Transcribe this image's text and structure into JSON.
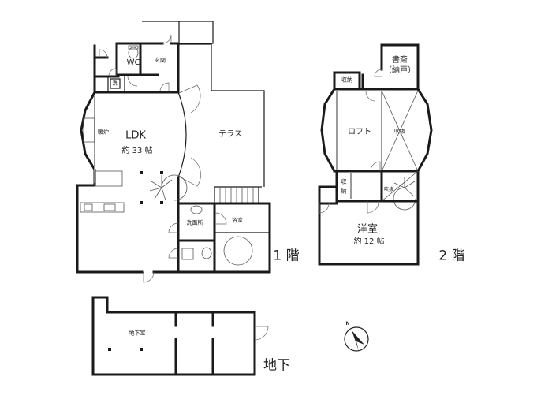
{
  "plan": {
    "floor1": {
      "title": "1 階",
      "rooms": {
        "ldk": "LDK",
        "ldk_size": "約 33 帖",
        "fireplace": "暖炉",
        "wc": "WC",
        "entrance": "玄関",
        "washbasin": "洗",
        "terrace": "テラス",
        "washroom": "洗面所",
        "bathroom": "浴室"
      }
    },
    "floor2": {
      "title": "2 階",
      "rooms": {
        "study": "書斎",
        "study_note": "（納戸）",
        "storage_top": "収納",
        "storage_mid_1": "収",
        "storage_mid_2": "納",
        "loft": "ロフト",
        "atrium": "吹抜",
        "atrium_small": "吹抜",
        "western_room": "洋室",
        "western_room_size": "約 12 帖"
      }
    },
    "basement": {
      "title": "地下",
      "rooms": {
        "basement_room": "地下室"
      }
    },
    "compass": {
      "label": "N"
    }
  }
}
